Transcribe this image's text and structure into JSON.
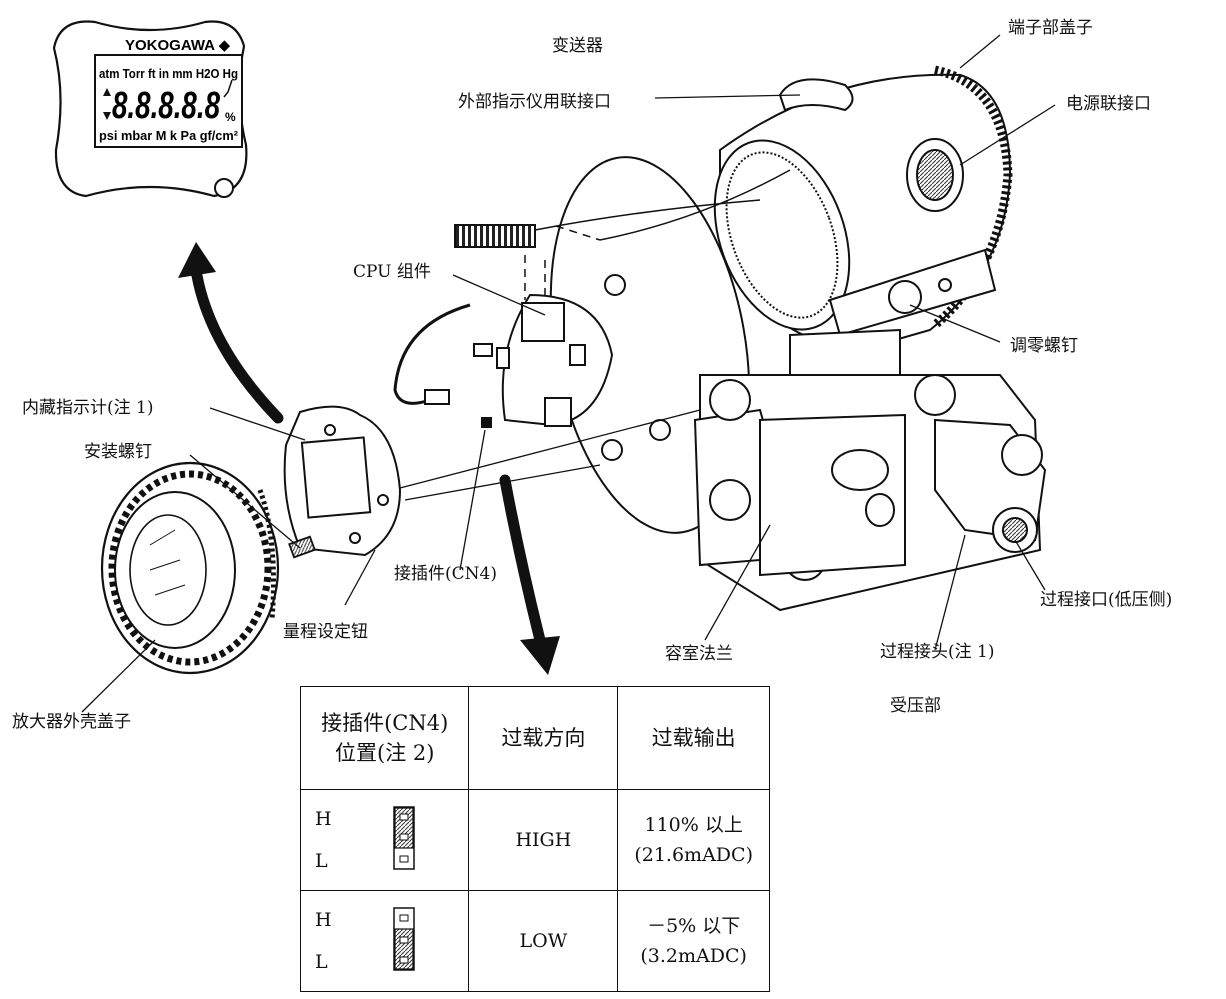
{
  "display": {
    "brand": "YOKOGAWA ◆",
    "units_top": "atm Torr ft in mm H2O Hg",
    "digits": "8.8.8.8.8",
    "units_bottom": "psi mbar M k Pa gf/cm²",
    "percent": "%"
  },
  "labels": {
    "transmitter": "变送器",
    "terminal_cover": "端子部盖子",
    "external_indicator_port": "外部指示仪用联接口",
    "power_port": "电源联接口",
    "cpu_assembly": "CPU 组件",
    "zero_screw": "调零螺钉",
    "builtin_indicator": "内藏指示计(注 1)",
    "mounting_screw": "安装螺钉",
    "connector_cn4": "接插件(CN4)",
    "range_button": "量程设定钮",
    "process_port_low": "过程接口(低压侧)",
    "chamber_flange": "容室法兰",
    "process_connector": "过程接头(注 1)",
    "pressure_section": "受压部",
    "amplifier_cover": "放大器外壳盖子"
  },
  "table": {
    "headers": [
      "接插件(CN4)\n位置(注 2)",
      "过载方向",
      "过载输出"
    ],
    "rows": [
      {
        "position_h": "H",
        "position_l": "L",
        "jumper": "H-side",
        "direction": "HIGH",
        "output_1": "110% 以上",
        "output_2": "(21.6mADC)"
      },
      {
        "position_h": "H",
        "position_l": "L",
        "jumper": "L-side",
        "direction": "LOW",
        "output_1": "－5% 以下",
        "output_2": "(3.2mADC)"
      }
    ]
  },
  "icons": [
    "lcd-indicator-icon",
    "transmitter-body-icon",
    "cpu-board-icon",
    "amplifier-cover-icon",
    "arrow-up-icon",
    "arrow-down-icon",
    "jumper-icon"
  ]
}
